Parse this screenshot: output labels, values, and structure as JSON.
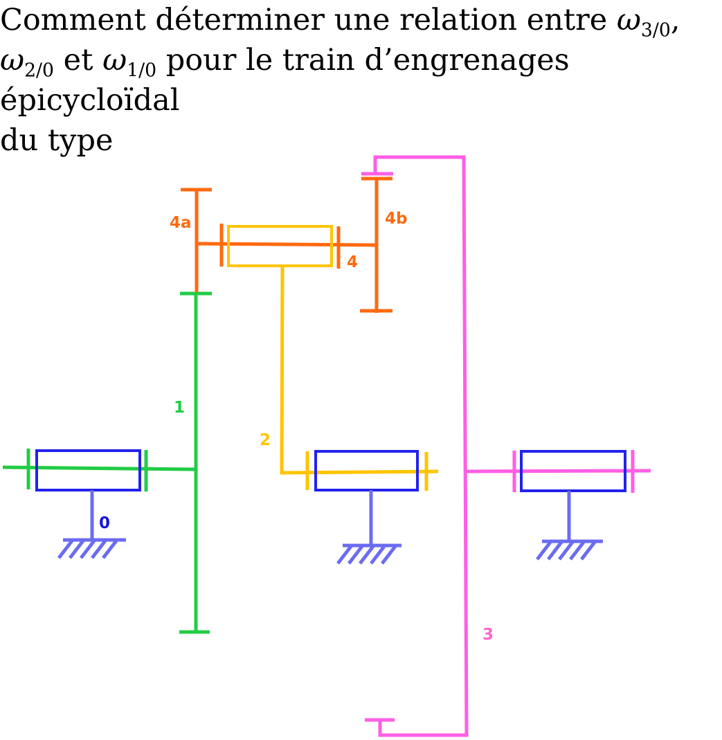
{
  "question": {
    "line1_text": "Comment déterminer une relation entre ",
    "line1_symbol": "ω",
    "line1_subscript": "3/0",
    "line1_punct": ",",
    "line2_symbol_a": "ω",
    "line2_subscript_a": "2/0",
    "line2_text_a": " et ",
    "line2_symbol_b": "ω",
    "line2_subscript_b": "1/0",
    "line2_text_b": " pour le train d’engrenages épicycloïdal",
    "line3_text": "du type"
  },
  "diagram": {
    "labels": {
      "frame": "0",
      "shaft_1": "1",
      "carrier_2": "2",
      "ring_3": "3",
      "planet_4": "4",
      "planet_4a": "4a",
      "planet_4b": "4b"
    },
    "colors": {
      "frame": "#2222ee",
      "ground": "#6b6bf0",
      "frame_label": "#1515dd",
      "part_1": "#22cc44",
      "part_2": "#ffc400",
      "part_3": "#ff5ee6",
      "part_3_label": "#ff66cc",
      "part_4": "#ff6a10"
    }
  }
}
